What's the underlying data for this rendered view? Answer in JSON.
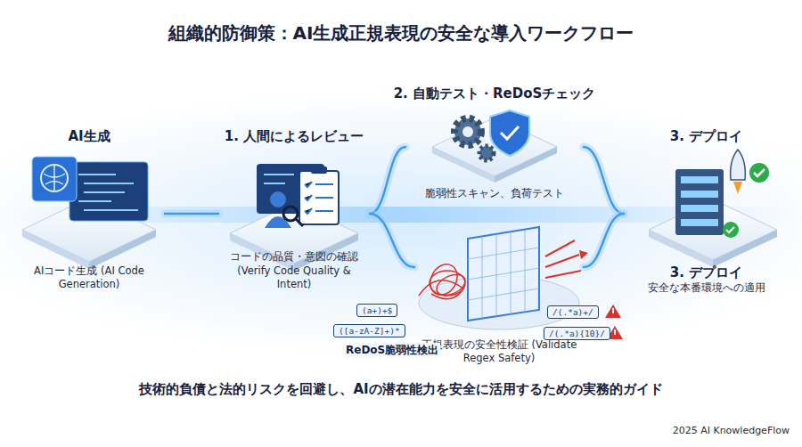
{
  "diagram": {
    "title": "組織的防御策：AI生成正規表現の安全な導入ワークフロー",
    "caption": "技術的負債と法的リスクを回避し、AIの潜在能力を安全に活用するための実務的ガイド",
    "nodes": [
      {
        "text": [
          "AI生成",
          "AIコード生成 (AI Code Generation)"
        ]
      },
      {
        "text": [
          "1. 人間によるレビュー",
          "コードの品質・意図の確認 (Verify Code Quality & Intent)"
        ]
      },
      {
        "text": [
          "2. 自動テスト・ReDoSチェック",
          "脆弱性スキャン、負荷テスト"
        ]
      },
      {
        "text": [
          "正規表現の安全性検証 (Validate Regex Safety)"
        ]
      },
      {
        "text": [
          "3. デプロイ",
          "3. デプロイ",
          "安全な本番環境への適用"
        ]
      }
    ],
    "edges": [
      {
        "from": 0,
        "to": 1,
        "arrow": "none"
      },
      {
        "from": 1,
        "to": 2,
        "arrow": "none"
      },
      {
        "from": 1,
        "to": 3,
        "arrow": "none"
      },
      {
        "from": 2,
        "to": 4,
        "arrow": "none"
      },
      {
        "from": 3,
        "to": 4,
        "arrow": "none"
      }
    ],
    "labels": [
      "ReDoS脆弱性検出",
      "(a+)+$",
      "([a-zA-Z]+)*",
      "/(.*a)+/",
      "/(.*a){10}/",
      "2025 AI KnowledgeFlow"
    ]
  }
}
